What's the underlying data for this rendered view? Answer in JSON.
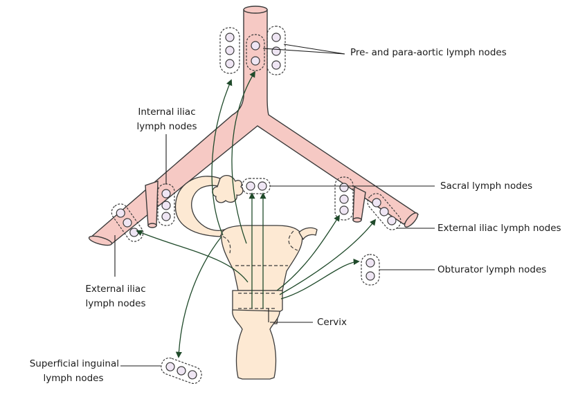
{
  "labels": {
    "pre_para_aortic": "Pre- and para-aortic lymph nodes",
    "internal_iliac_1": "Internal iliac",
    "internal_iliac_2": "lymph nodes",
    "sacral": "Sacral lymph nodes",
    "external_iliac_right": "External iliac lymph nodes",
    "obturator": "Obturator lymph nodes",
    "external_iliac_left_1": "External iliac",
    "external_iliac_left_2": "lymph nodes",
    "cervix": "Cervix",
    "superficial_inguinal_1": "Superficial inguinal",
    "superficial_inguinal_2": "lymph nodes"
  },
  "colors": {
    "vessel_fill": "#f6c9c4",
    "vessel_stroke": "#3a3a3a",
    "uterus_fill": "#fde9d3",
    "node_fill": "#efe6f4",
    "arrow": "#1f4a2a"
  }
}
